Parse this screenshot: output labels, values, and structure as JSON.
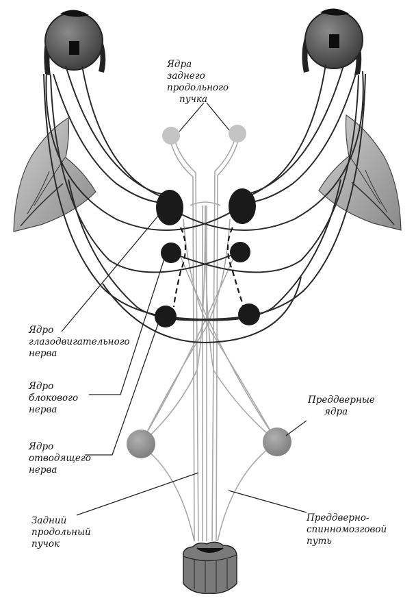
{
  "labels": {
    "mlf_nuclei": [
      "Ядра",
      "заднего",
      "продольного",
      "пучка"
    ],
    "oculomotor": [
      "Ядро",
      "глазодвигательного",
      "нерва"
    ],
    "trochlear": [
      "Ядро",
      "блокового",
      "нерва"
    ],
    "abducens": [
      "Ядро",
      "отводящего",
      "нерва"
    ],
    "vestibular": [
      "Преддверные",
      "ядра"
    ],
    "mlf": [
      "Задний",
      "продольный",
      "пучок"
    ],
    "vestibulospinal": [
      "Преддверно-",
      "спинномозговой",
      "путь"
    ]
  },
  "colors": {
    "nerve": "#2a2a2a",
    "tract": "#a8a8a8",
    "nucleus_dark": "#1a1a1a",
    "nucleus_gray": "#9a9a9a",
    "mlf_nucleus": "#c4c4c4"
  }
}
